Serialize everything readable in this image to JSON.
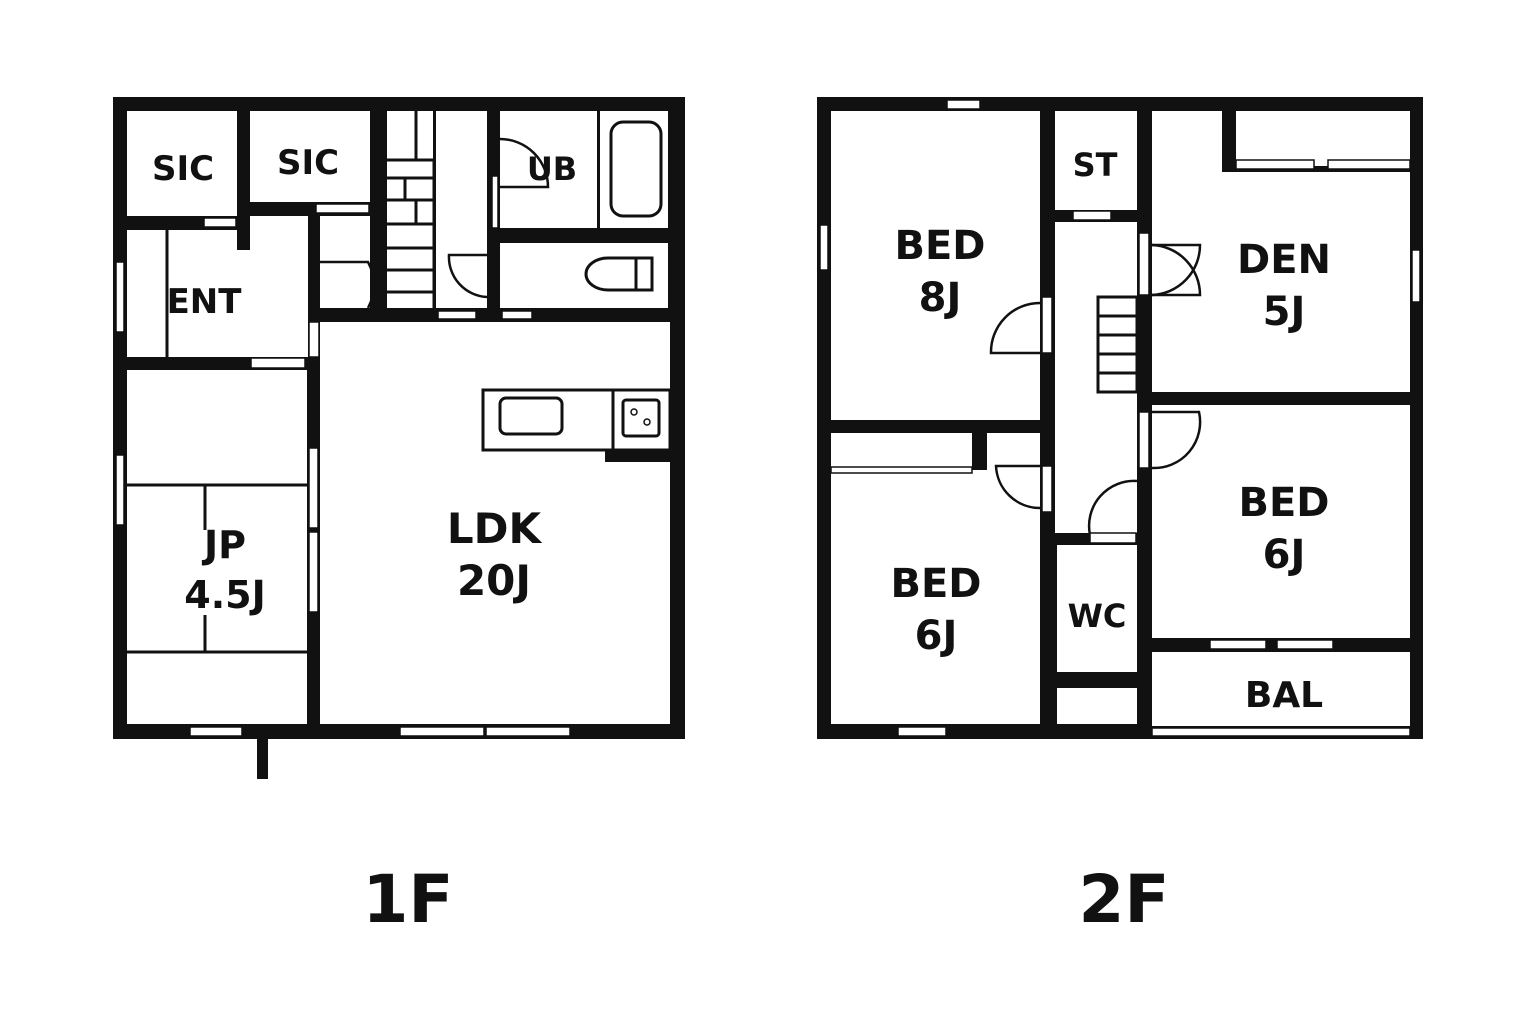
{
  "floors": [
    {
      "label": "1F",
      "rooms": {
        "sic1": "SIC",
        "sic2": "SIC",
        "ub": "UB",
        "ent": "ENT",
        "jp_name": "JP",
        "jp_size": "4.5J",
        "ldk_name": "LDK",
        "ldk_size": "20J"
      }
    },
    {
      "label": "2F",
      "rooms": {
        "st": "ST",
        "bed1_name": "BED",
        "bed1_size": "8J",
        "den_name": "DEN",
        "den_size": "5J",
        "bed2_name": "BED",
        "bed2_size": "6J",
        "bed3_name": "BED",
        "bed3_size": "6J",
        "wc": "WC",
        "bal": "BAL"
      }
    }
  ],
  "colors": {
    "wall": "#111111",
    "background": "#ffffff"
  }
}
